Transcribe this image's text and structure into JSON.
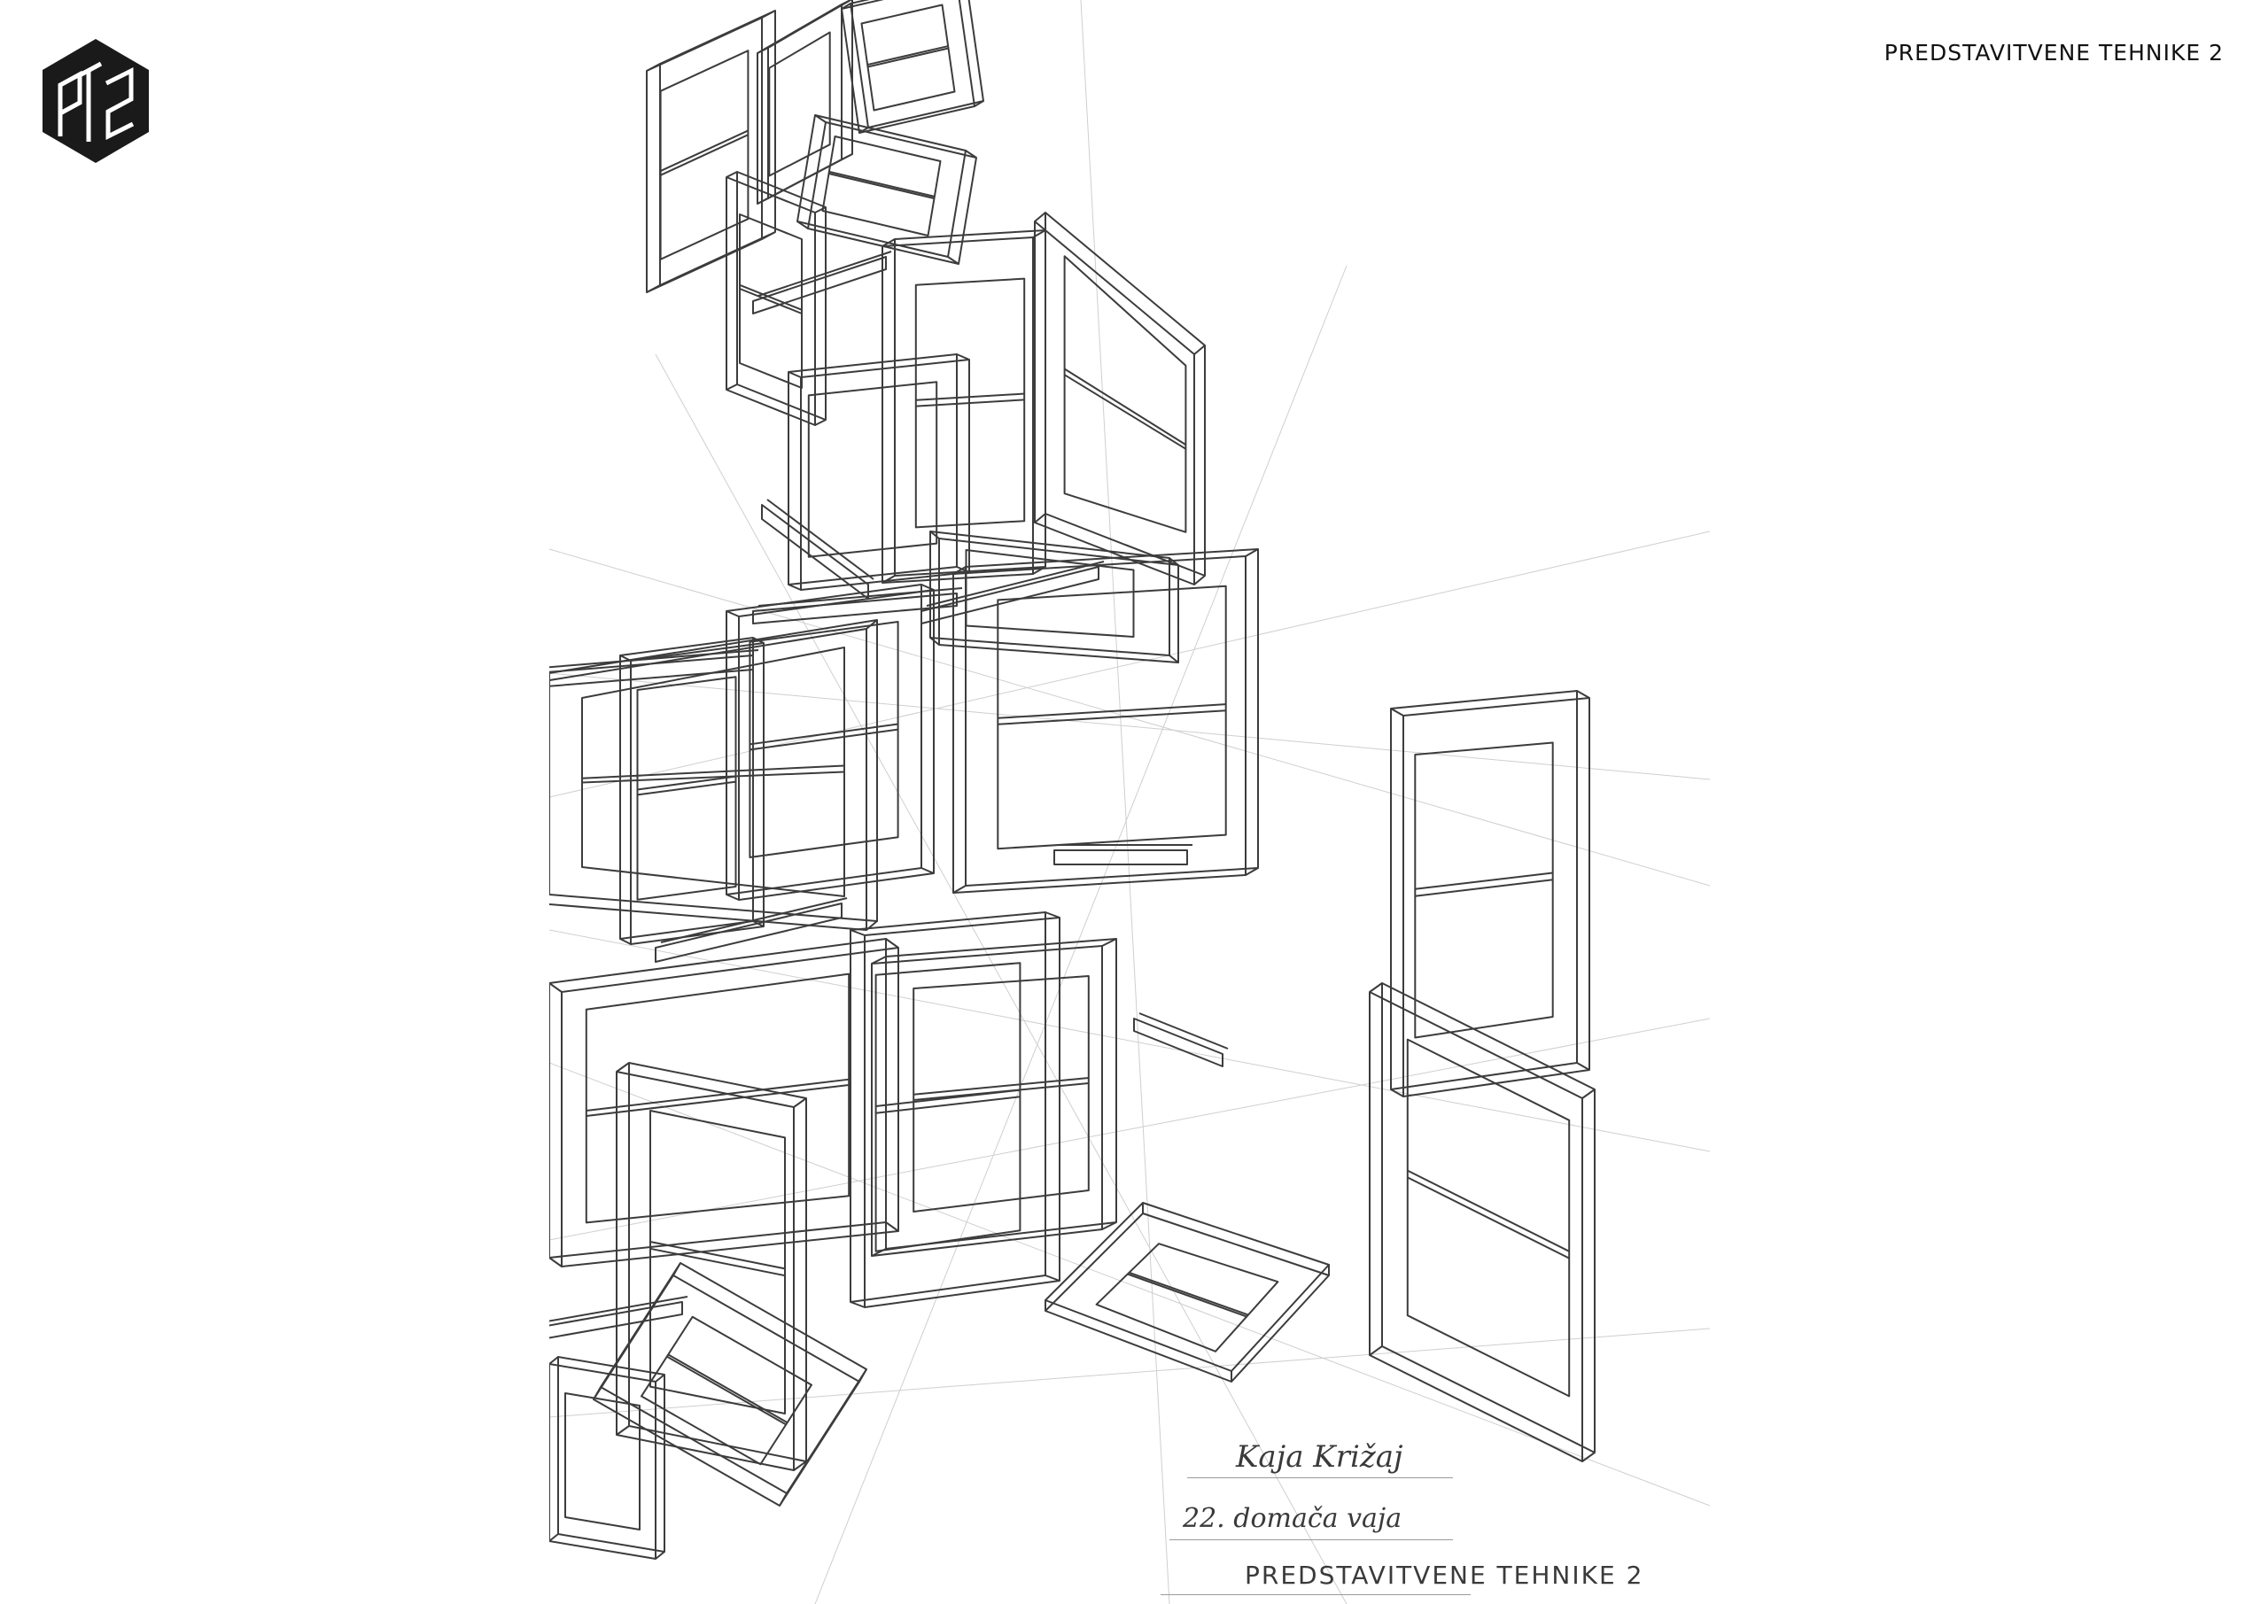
{
  "header": {
    "course_title": "PREDSTAVITVENE TEHNIKE 2"
  },
  "logo": {
    "icon": "hexagon-pt2-logo",
    "text": "PT2",
    "color": "#1a1a1a"
  },
  "drawing": {
    "icon": "pencil-perspective-frames-drawing",
    "stroke_color": "#3c3c3c",
    "guide_color": "#c8c8c8",
    "caption": {
      "author": "Kaja Križaj",
      "assignment": "22. domača vaja",
      "course": "PREDSTAVITVENE TEHNIKE 2"
    }
  }
}
